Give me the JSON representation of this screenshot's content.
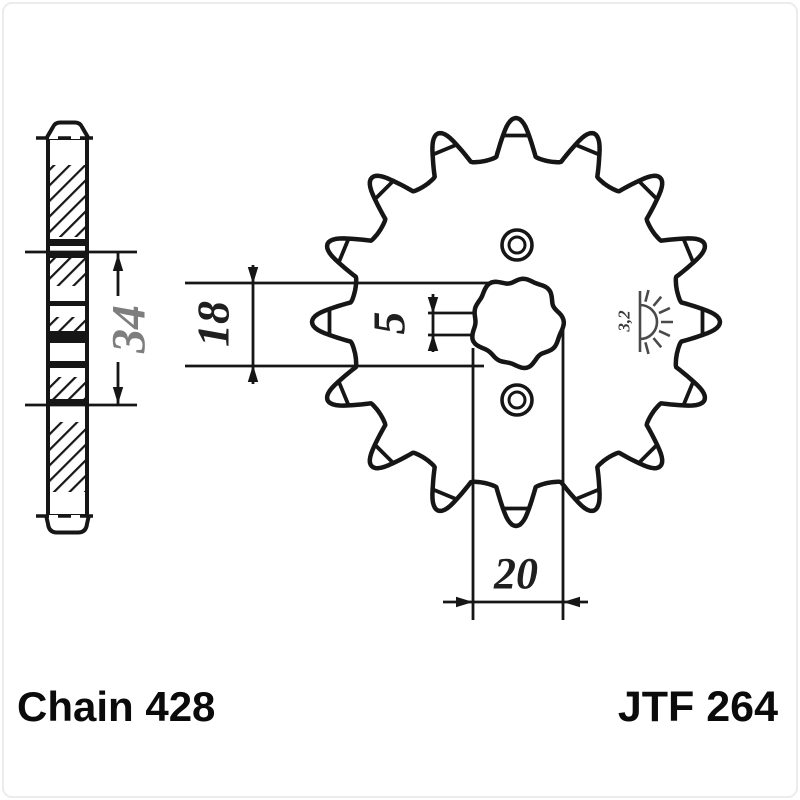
{
  "drawing": {
    "type": "technical-drawing",
    "labels": {
      "chain": "Chain 428",
      "part": "JTF 264"
    },
    "dimensions": {
      "hub_width": "34",
      "bore_height": "18",
      "spline_slot": "5",
      "bore_width": "20"
    },
    "surface_finish": "3,2",
    "gear": {
      "teeth": 16
    },
    "colors": {
      "line": "#161616",
      "dim_text": "#1f1f1f",
      "dim_gray": "#7e7e7e",
      "background": "#ffffff",
      "border": "#ececec"
    }
  }
}
